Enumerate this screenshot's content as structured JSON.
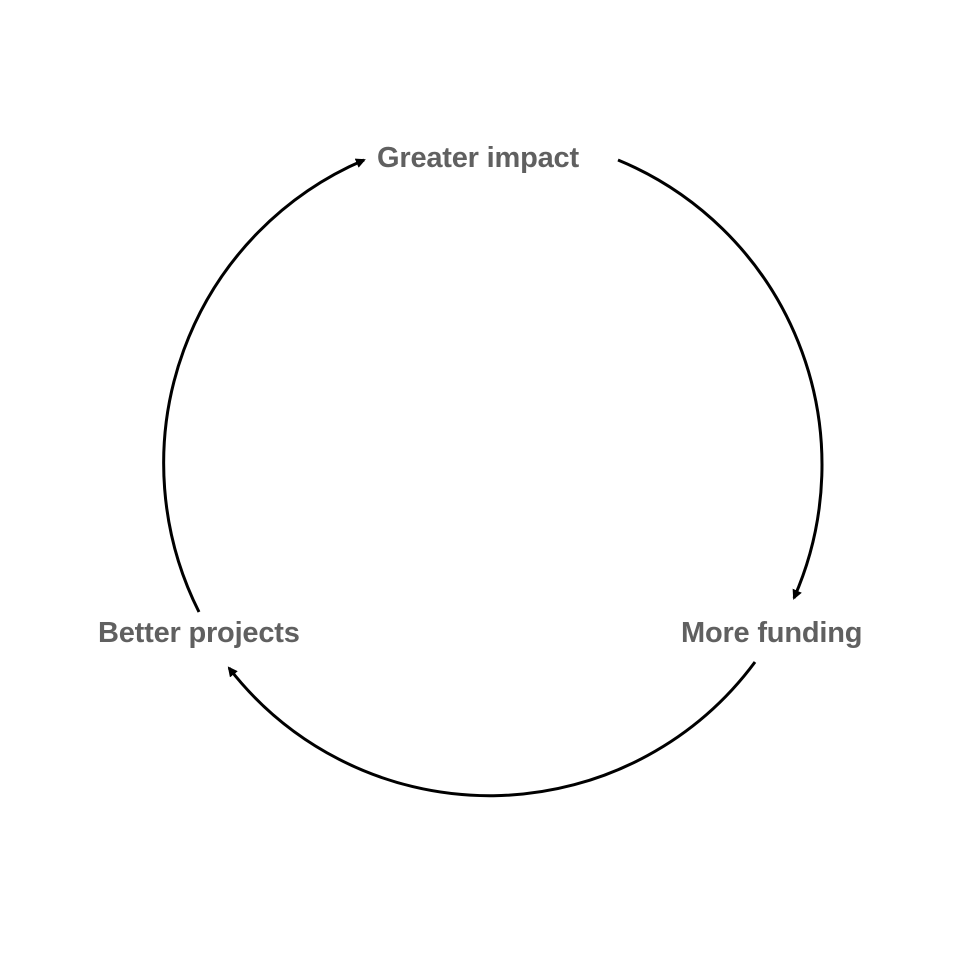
{
  "diagram": {
    "type": "cycle",
    "nodes": [
      {
        "id": "top",
        "label": "Greater impact"
      },
      {
        "id": "right",
        "label": "More funding"
      },
      {
        "id": "left",
        "label": "Better projects"
      }
    ],
    "edges": [
      {
        "from": "top",
        "to": "right"
      },
      {
        "from": "right",
        "to": "left"
      },
      {
        "from": "left",
        "to": "top"
      }
    ],
    "label_color": "#606060",
    "line_color": "#000000"
  }
}
